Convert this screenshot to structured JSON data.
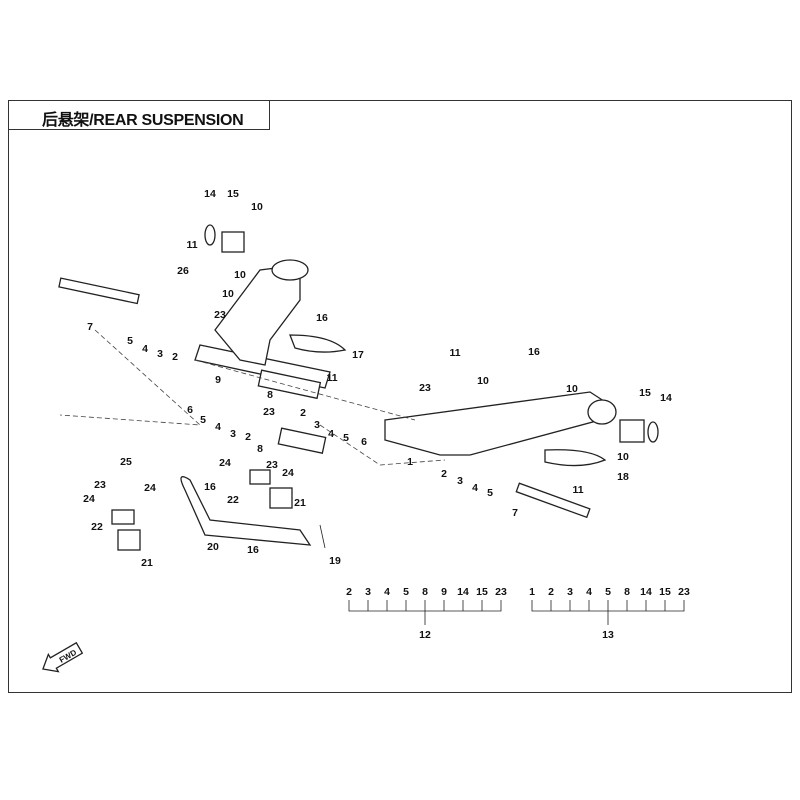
{
  "title": "后悬架/REAR SUSPENSION",
  "fwd_label": "FWD",
  "callouts": [
    "14",
    "15",
    "10",
    "11",
    "26",
    "10",
    "10",
    "7",
    "5",
    "4",
    "3",
    "2",
    "23",
    "16",
    "17",
    "9",
    "11",
    "8",
    "6",
    "5",
    "4",
    "3",
    "2",
    "23",
    "8",
    "2",
    "3",
    "4",
    "5",
    "6",
    "11",
    "16",
    "23",
    "10",
    "10",
    "15",
    "14",
    "1",
    "2",
    "3",
    "4",
    "5",
    "11",
    "18",
    "10",
    "7",
    "25",
    "24",
    "23",
    "24",
    "23",
    "24",
    "24",
    "16",
    "22",
    "21",
    "22",
    "20",
    "21",
    "16",
    "19"
  ],
  "kits": [
    {
      "number": "12",
      "items": [
        "2",
        "3",
        "4",
        "5",
        "8",
        "9",
        "14",
        "15",
        "23"
      ]
    },
    {
      "number": "13",
      "items": [
        "1",
        "2",
        "3",
        "4",
        "5",
        "8",
        "14",
        "15",
        "23"
      ]
    }
  ]
}
